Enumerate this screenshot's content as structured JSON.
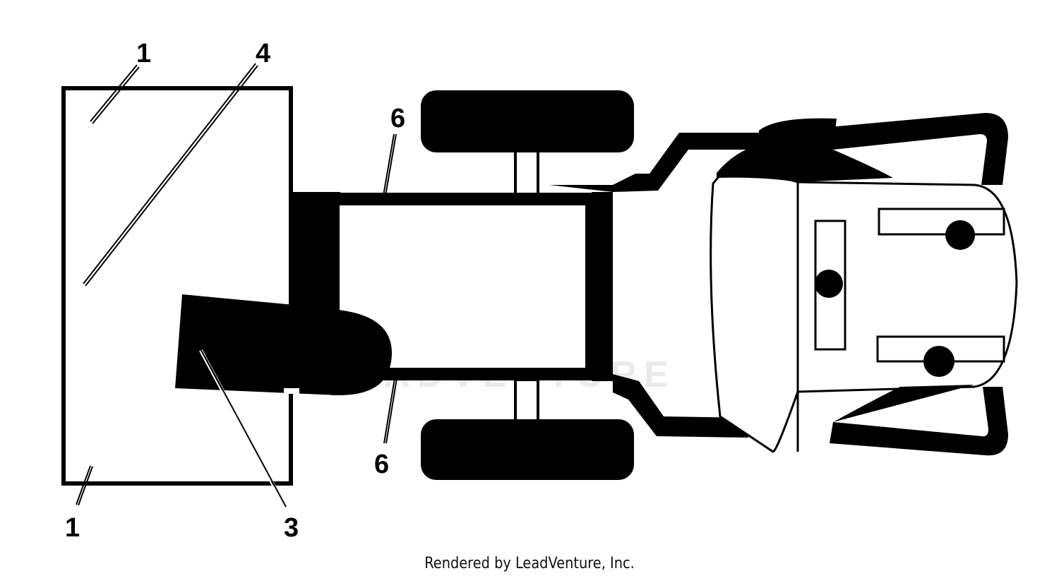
{
  "diagram": {
    "callouts": {
      "c1_top": "1",
      "c1_bottom": "1",
      "c3": "3",
      "c4": "4",
      "c6_top": "6",
      "c6_bottom": "6"
    }
  },
  "watermark": {
    "text": "ADVENTURE"
  },
  "footer": {
    "text": "Rendered by LeadVenture, Inc."
  }
}
